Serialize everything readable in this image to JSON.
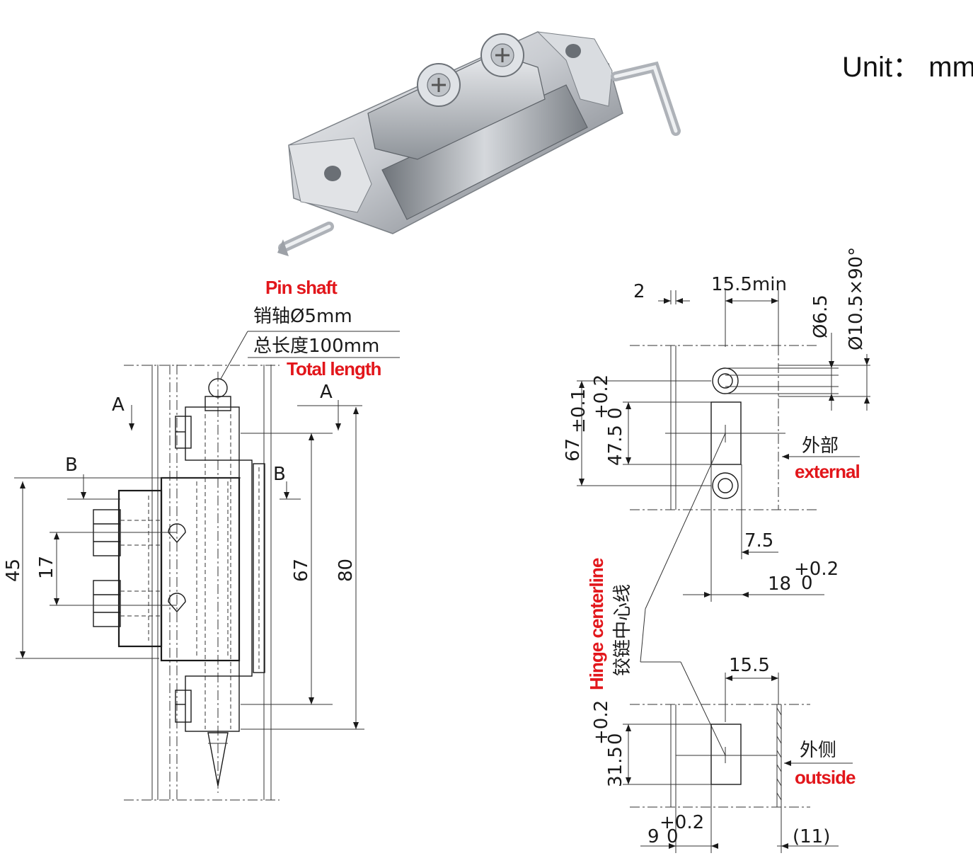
{
  "unit_label": "Unit： mm",
  "left_view": {
    "callout_title": "Pin shaft",
    "callout_line1": "销轴Ø5mm",
    "callout_line2": "总长度100mm",
    "callout_sub": "Total length",
    "section_a_left": "A",
    "section_a_right": "A",
    "section_b_left": "B",
    "section_b_right": "B",
    "dim_45": "45",
    "dim_17": "17",
    "dim_67": "67",
    "dim_80": "80"
  },
  "right_view": {
    "dim_2": "2",
    "dim_15_5_min": "15.5min",
    "dim_d6_5": "Ø6.5",
    "dim_d10_5": "Ø10.5×90°",
    "dim_67": "67",
    "tol_67": "±0.1",
    "dim_47_5": "47.5",
    "tol_47_5_up": "+0.2",
    "tol_47_5_low": "0",
    "label_external_cn": "外部",
    "label_external_en": "external",
    "dim_7_5": "7.5",
    "dim_18": "18",
    "tol_18_up": "+0.2",
    "tol_18_low": "0",
    "hinge_cl_en": "Hinge centerline",
    "hinge_cl_cn": "铰链中心线",
    "dim_15_5": "15.5",
    "dim_31_5": "31.5",
    "tol_31_5_up": "+0.2",
    "tol_31_5_low": "0",
    "label_outside_cn": "外侧",
    "label_outside_en": "outside",
    "dim_9": "9",
    "tol_9_up": "+0.2",
    "tol_9_low": "0",
    "dim_11": "(11)"
  },
  "colors": {
    "accent_red": "#e2161b",
    "line": "#1a1a1a"
  }
}
